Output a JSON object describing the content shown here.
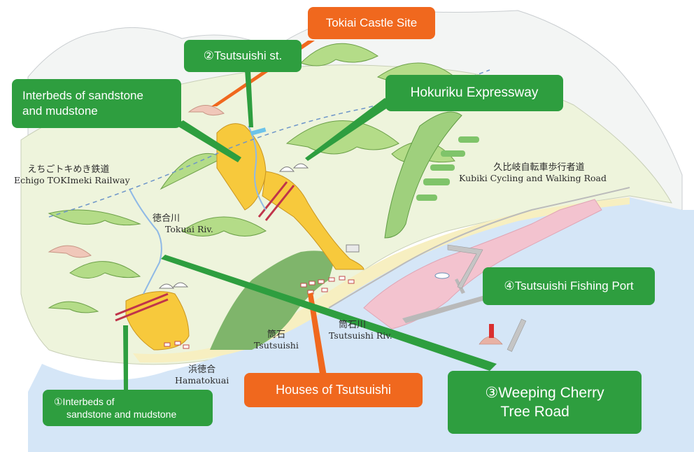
{
  "callouts": {
    "tokiai_castle": "Tokiai Castle Site",
    "tsutsuishi_st": "②Tsutsuishi st.",
    "interbeds_top": [
      "Interbeds of sandstone",
      "and mudstone"
    ],
    "hokuriku": "Hokuriku Expressway",
    "fishing_port": "④Tsutsuishi Fishing Port",
    "weeping": [
      "③Weeping Cherry",
      "Tree Road"
    ],
    "houses": "Houses of Tsutsuishi",
    "interbeds_bottom": [
      "①Interbeds of",
      "sandstone and mudstone"
    ]
  },
  "labels": {
    "railway_jp": "えちごトキめき鉄道",
    "railway_en": "Echigo TOKImeki Railway",
    "tokuai_river_jp": "徳合川",
    "tokuai_river_en": "Tokuai Riv.",
    "cycling_jp": "久比岐自転車歩行者道",
    "cycling_en": "Kubiki Cycling and Walking Road",
    "tsutsuishi_jp": "筒石",
    "tsutsuishi_en": "Tsutsuishi",
    "tsutsuishi_river_jp": "筒石川",
    "tsutsuishi_river_en": "Tsutsuishi Riv.",
    "hamatokuai_jp": "浜徳合",
    "hamatokuai_en": "Hamatokuai"
  },
  "colors": {
    "callout_green": "#2e9e3f",
    "callout_orange": "#f0681e",
    "sea": "#d5e6f7",
    "land": "#eef4dc",
    "hills": "#b4dc88",
    "strata": "#f7c93c",
    "port": "#f3c3cf"
  }
}
